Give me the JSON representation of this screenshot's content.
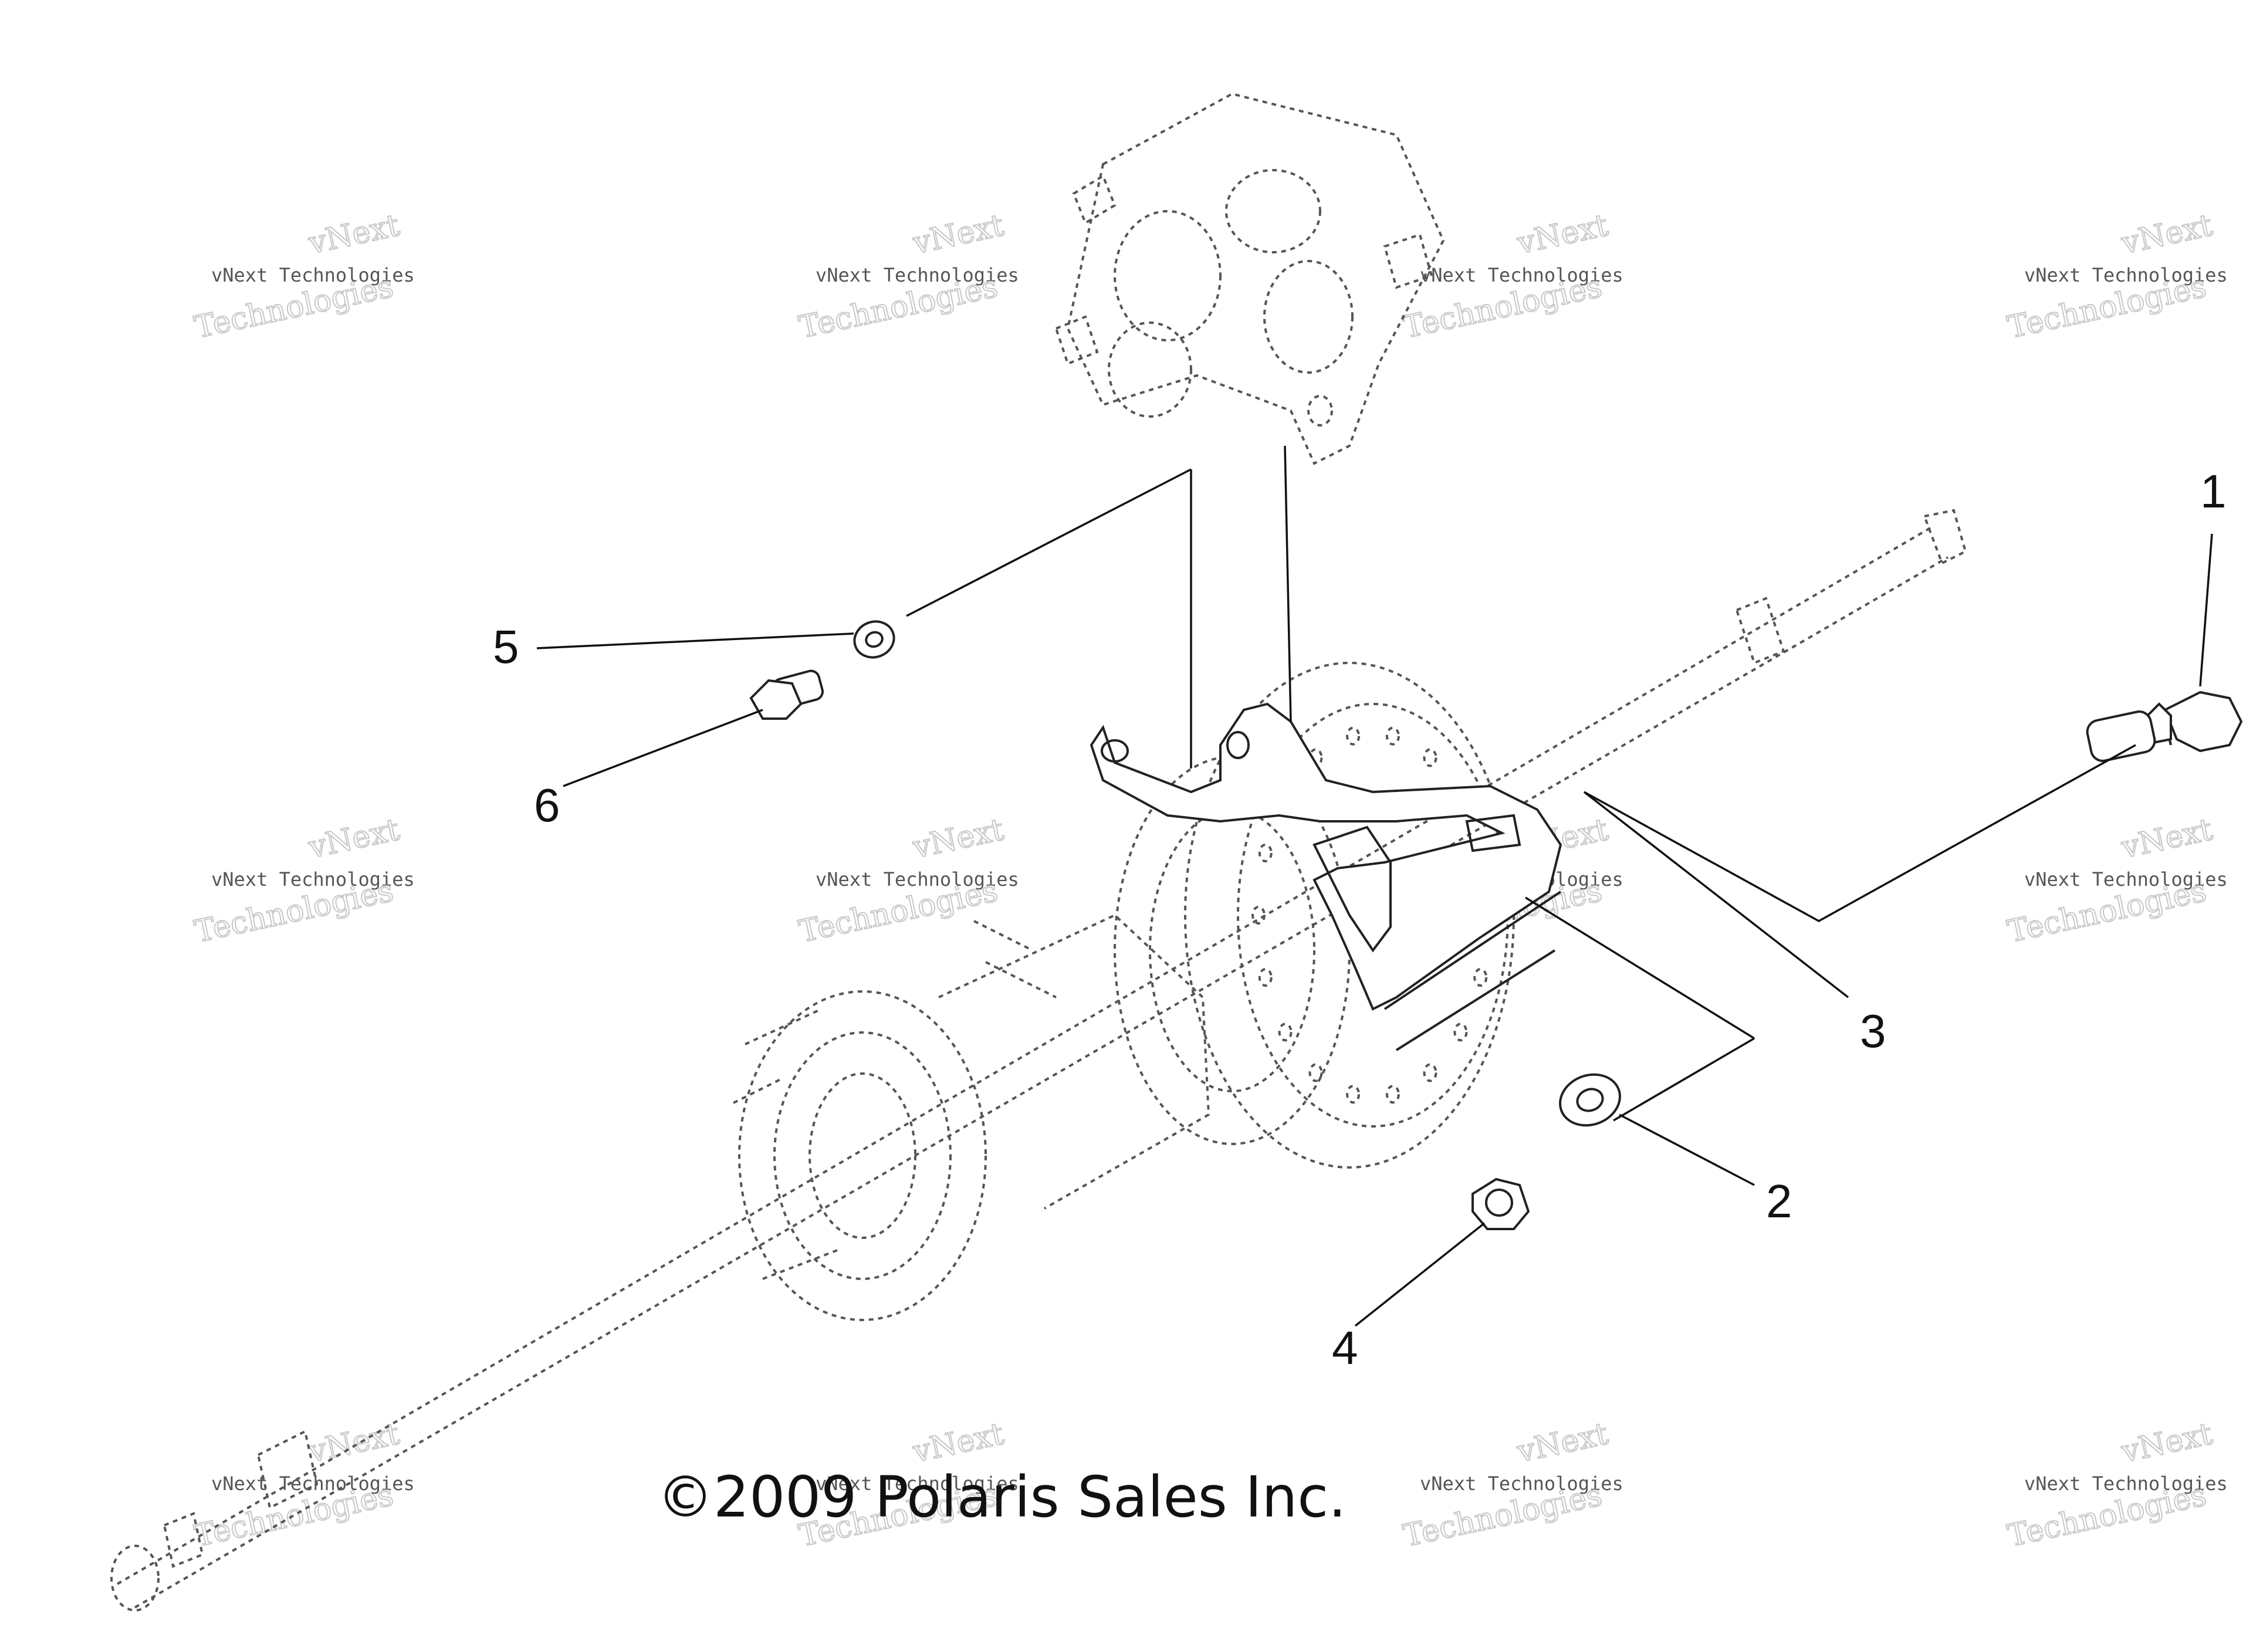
{
  "diagram": {
    "callouts": [
      {
        "id": "1",
        "label": "1"
      },
      {
        "id": "2",
        "label": "2"
      },
      {
        "id": "3",
        "label": "3"
      },
      {
        "id": "4",
        "label": "4"
      },
      {
        "id": "5",
        "label": "5"
      },
      {
        "id": "6",
        "label": "6"
      }
    ],
    "copyright": "©2009 Polaris Sales Inc.",
    "watermark": {
      "line1": "vNext",
      "line2": "vNext Technologies",
      "line3": "Technologies"
    }
  }
}
